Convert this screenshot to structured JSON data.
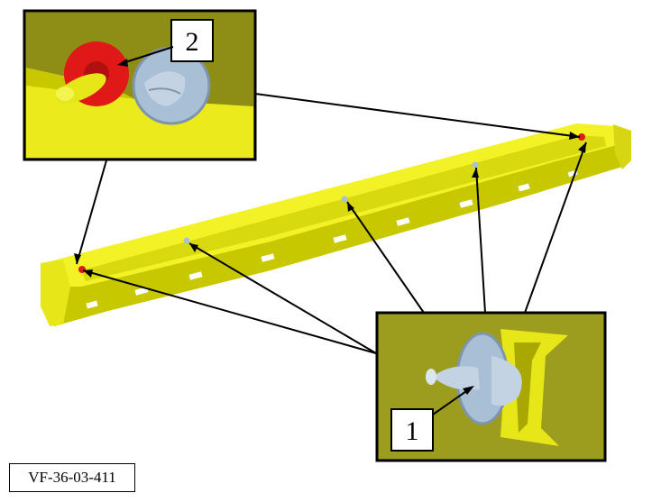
{
  "diagram": {
    "callouts": [
      {
        "number": "1",
        "part": "fastener-clip"
      },
      {
        "number": "2",
        "part": "red-grommet-clip"
      }
    ],
    "reference_code": "VF-36-03-411",
    "colors": {
      "panel_yellow": "#e6e619",
      "panel_shadow": "#a8a800",
      "inset_background": "#9c9c1e",
      "clip_grey": "#a9bfd6",
      "clip_grey_dark": "#7f95ad",
      "grommet_red": "#e01818",
      "leader_line": "#000000"
    }
  }
}
